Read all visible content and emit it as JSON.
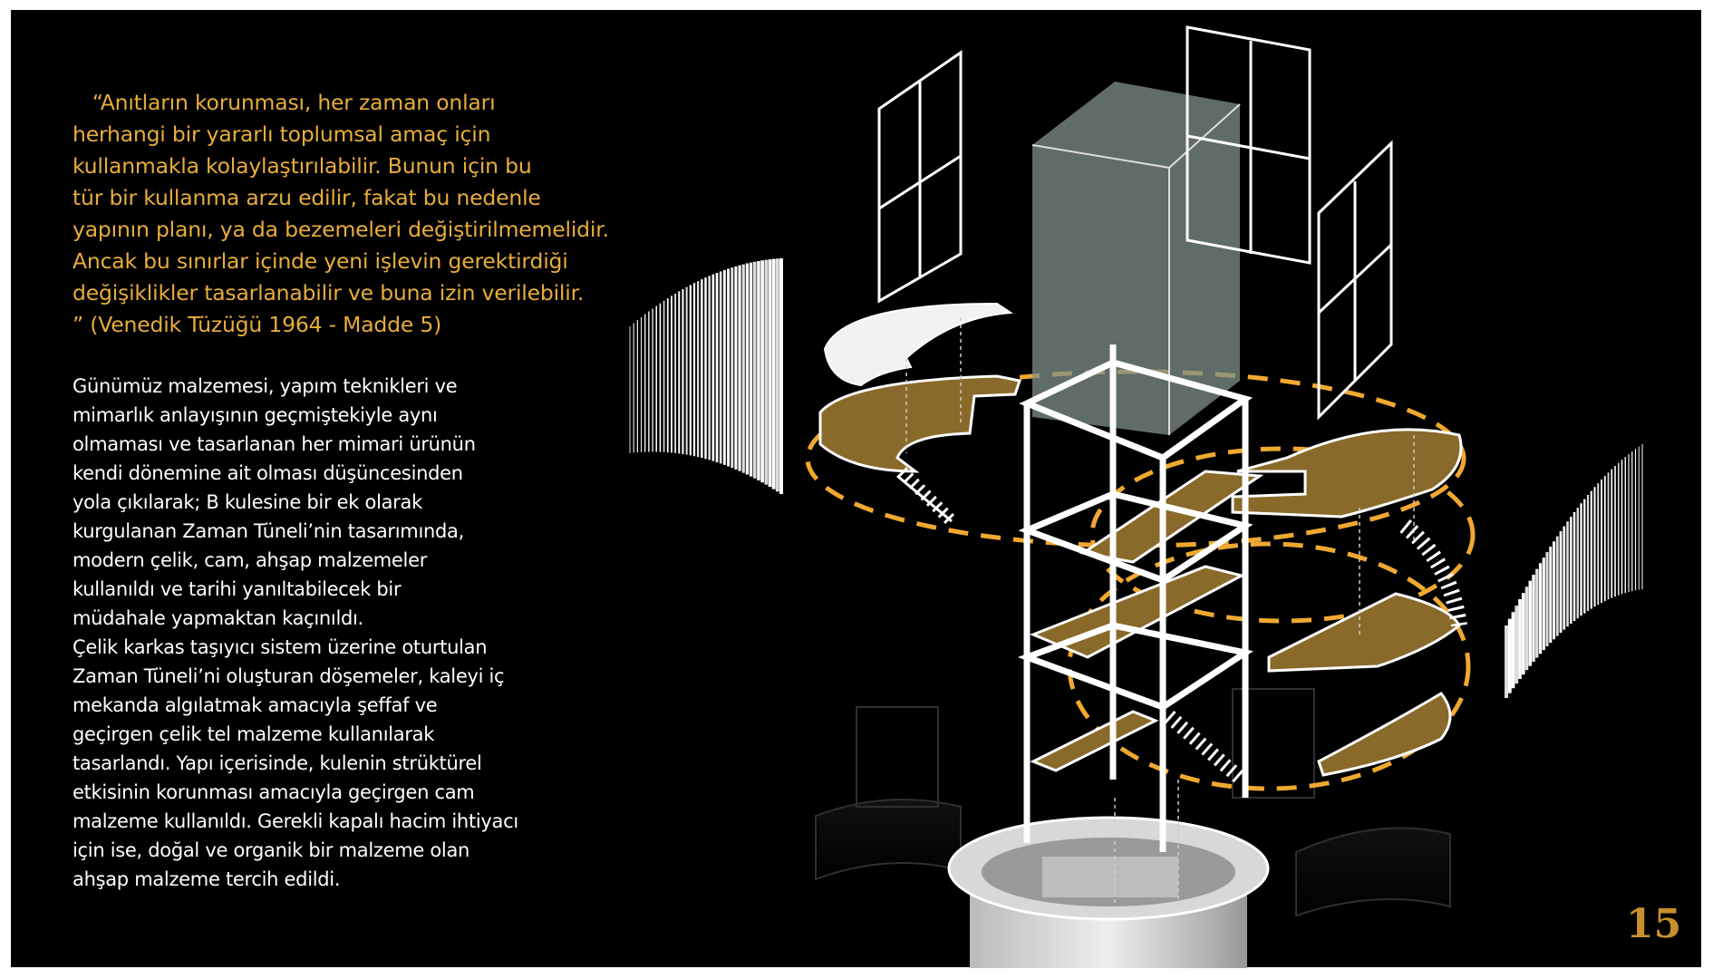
{
  "quote": {
    "lines": [
      "   “Anıtların korunması, her zaman onları",
      "herhangi bir yararlı toplumsal amaç için",
      "kullanmakla kolaylaştırılabilir. Bunun için bu",
      "tür bir kullanma arzu edilir, fakat bu nedenle",
      "yapının planı, ya da bezemeleri değiştirilmemelidir.",
      "Ancak bu sınırlar içinde yeni işlevin gerektirdiği",
      "değişiklikler tasarlanabilir ve buna izin verilebilir.",
      "” (Venedik Tüzüğü 1964 - Madde 5)"
    ]
  },
  "body": {
    "lines": [
      "Günümüz malzemesi, yapım teknikleri ve",
      "mimarlık anlayışının geçmiştekiyle aynı",
      "olmaması ve tasarlanan her mimari ürünün",
      "kendi dönemine ait olması düşüncesinden",
      "yola çıkılarak; B kulesine bir ek olarak",
      "kurgulanan Zaman Tüneli’nin tasarımında,",
      "modern çelik, cam, ahşap malzemeler",
      "kullanıldı ve tarihi yanıltabilecek bir",
      "müdahale yapmaktan kaçınıldı.",
      "Çelik karkas taşıyıcı sistem üzerine oturtulan",
      "Zaman Tüneli’ni oluşturan döşemeler, kaleyi iç",
      "mekanda algılatmak amacıyla şeffaf ve",
      "geçirgen çelik tel malzeme kullanılarak",
      "tasarlandı. Yapı içerisinde, kulenin strüktürel",
      "etkisinin korunması amacıyla geçirgen cam",
      "malzeme kullanıldı. Gerekli kapalı hacim ihtiyacı",
      "için ise, doğal ve organik bir malzeme olan",
      "ahşap malzeme tercih edildi."
    ]
  },
  "page_number": "15",
  "colors": {
    "quote": "#e8ad3c",
    "page_number": "#c8902c",
    "floor": "#8a6a2a",
    "dash": "#f0a830",
    "background": "#000000"
  }
}
